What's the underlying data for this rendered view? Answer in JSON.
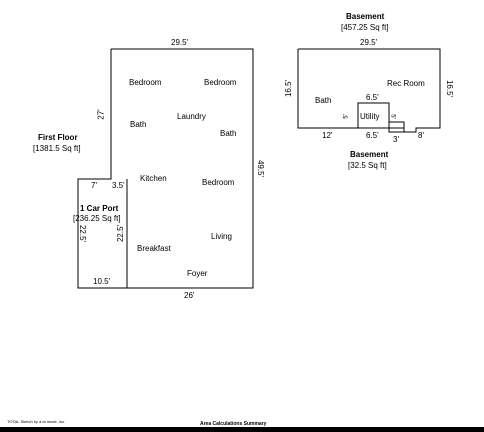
{
  "first_floor": {
    "title": "First Floor",
    "area": "[1381.5 Sq ft]",
    "dims": {
      "top": "29.5'",
      "left": "27'",
      "right": "49.5'",
      "bottom": "26'",
      "notch_left": "7'",
      "notch_right": "3.5'"
    },
    "rooms": {
      "bedroom_1": "Bedroom",
      "bedroom_2": "Bedroom",
      "laundry": "Laundry",
      "bath_1": "Bath",
      "bath_2": "Bath",
      "kitchen": "Kitchen",
      "bedroom_3": "Bedroom",
      "living": "Living",
      "breakfast": "Breakfast",
      "foyer": "Foyer"
    }
  },
  "carport": {
    "title": "1 Car Port",
    "area": "[236.25 Sq ft]",
    "dims": {
      "left": "22.5'",
      "right": "22.5'",
      "bottom": "10.5'"
    }
  },
  "basement": {
    "title": "Basement",
    "area": "[457.25 Sq ft]",
    "dims": {
      "top": "29.5'",
      "left": "16.5'",
      "right": "16.5'",
      "bottom_left": "12'",
      "bottom_mid": "6.5'",
      "bottom_small": "3'",
      "bottom_right": "8'",
      "utility_top": "6.5'",
      "utility_left": "5'",
      "utility_right": "5'"
    },
    "rooms": {
      "rec_room": "Rec Room",
      "bath": "Bath",
      "utility": "Utility"
    }
  },
  "basement_2": {
    "title": "Basement",
    "area": "[32.5 Sq ft]"
  },
  "footer": {
    "credit": "TOTAL Sketch by a la mode, inc.",
    "title": "Area Calculations Summary"
  }
}
